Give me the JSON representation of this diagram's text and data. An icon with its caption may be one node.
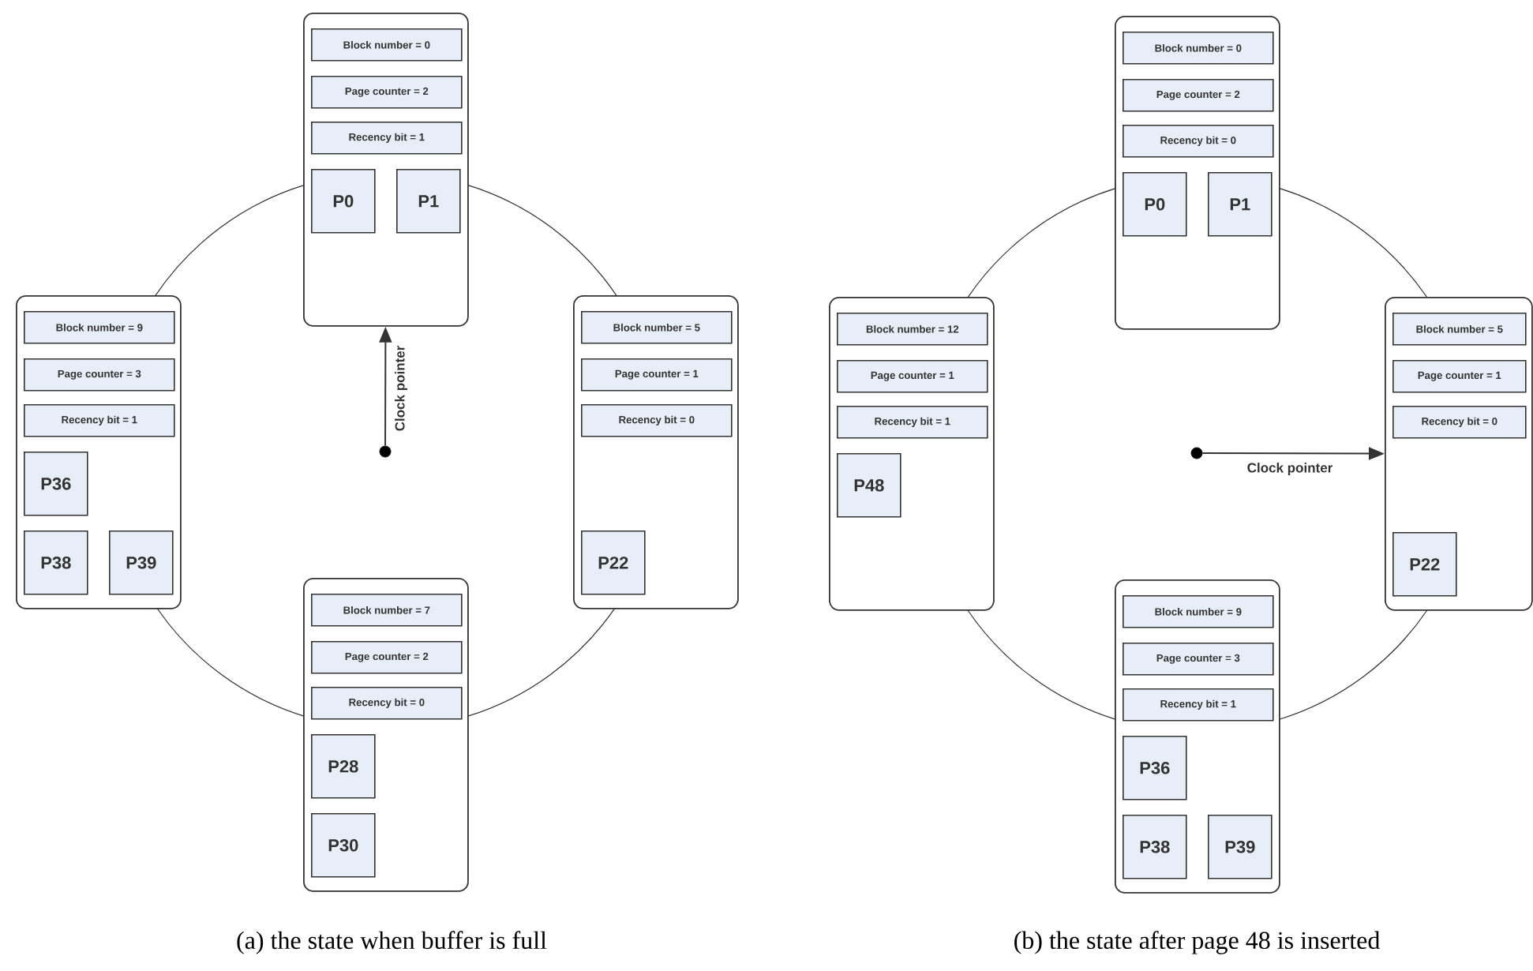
{
  "diagram": {
    "nodes": [
      {
        "text": [],
        "shape": "box"
      },
      {
        "text": [
          "Block number = 0"
        ],
        "in": 0
      },
      {
        "text": [
          "Page counter = 2"
        ],
        "in": 0
      },
      {
        "text": [
          "Recency bit = 1"
        ],
        "in": 0
      },
      {
        "text": [
          "P0"
        ],
        "in": 0
      },
      {
        "text": [
          "P1"
        ],
        "in": 0
      },
      {
        "text": [],
        "shape": "box"
      },
      {
        "text": [
          "Block number = 9"
        ],
        "in": 6
      },
      {
        "text": [
          "Page counter = 3"
        ],
        "in": 6
      },
      {
        "text": [
          "Recency bit = 1"
        ],
        "in": 6
      },
      {
        "text": [
          "P36"
        ],
        "in": 6
      },
      {
        "text": [
          "P38"
        ],
        "in": 6
      },
      {
        "text": [
          "P39"
        ],
        "in": 6
      },
      {
        "text": [],
        "shape": "box"
      },
      {
        "text": [
          "Block number = 5"
        ],
        "in": 13
      },
      {
        "text": [
          "Page counter = 1"
        ],
        "in": 13
      },
      {
        "text": [
          "Recency bit = 0"
        ],
        "in": 13
      },
      {
        "text": [
          "P22"
        ],
        "in": 13
      },
      {
        "text": [],
        "shape": "box"
      },
      {
        "text": [
          "Block number = 7"
        ],
        "in": 18
      },
      {
        "text": [
          "Page counter = 2"
        ],
        "in": 18
      },
      {
        "text": [
          "Recency bit = 0"
        ],
        "in": 18
      },
      {
        "text": [
          "P28"
        ],
        "in": 18
      },
      {
        "text": [
          "P30"
        ],
        "in": 18
      },
      {
        "text": [],
        "shape": "circle"
      },
      {
        "text": [],
        "shape": "box"
      },
      {
        "text": [
          "Block number = 0"
        ],
        "in": 25
      },
      {
        "text": [
          "Page counter = 2"
        ],
        "in": 25
      },
      {
        "text": [
          "Recency bit = 0"
        ],
        "in": 25
      },
      {
        "text": [
          "P0"
        ],
        "in": 25
      },
      {
        "text": [
          "P1"
        ],
        "in": 25
      },
      {
        "text": [],
        "shape": "box"
      },
      {
        "text": [
          "Block number = 12"
        ],
        "in": 31
      },
      {
        "text": [
          "Page counter = 1"
        ],
        "in": 31
      },
      {
        "text": [
          "Recency bit = 1"
        ],
        "in": 31
      },
      {
        "text": [
          "P48"
        ],
        "in": 31
      },
      {
        "text": [],
        "shape": "box"
      },
      {
        "text": [
          "Block number = 5"
        ],
        "in": 36
      },
      {
        "text": [
          "Page counter = 1"
        ],
        "in": 36
      },
      {
        "text": [
          "Recency bit = 0"
        ],
        "in": 36
      },
      {
        "text": [
          "P22"
        ],
        "in": 36
      },
      {
        "text": [],
        "shape": "box"
      },
      {
        "text": [
          "Block number = 9"
        ],
        "in": 41
      },
      {
        "text": [
          "Page counter = 3"
        ],
        "in": 41
      },
      {
        "text": [
          "Recency bit = 1"
        ],
        "in": 41
      },
      {
        "text": [
          "P36"
        ],
        "in": 41
      },
      {
        "text": [
          "P38"
        ],
        "in": 41
      },
      {
        "text": [
          "P39"
        ],
        "in": 41
      },
      {
        "text": [],
        "shape": "circle"
      }
    ],
    "edges": [
      {
        "from": 0,
        "to": 13,
        "arrow": "none"
      },
      {
        "from": 13,
        "to": 18,
        "arrow": "none"
      },
      {
        "from": 18,
        "to": 6,
        "arrow": "none"
      },
      {
        "from": 6,
        "to": 0,
        "arrow": "none"
      },
      {
        "from": 24,
        "to": 0,
        "arrow": "to",
        "label": "Clock pointer"
      },
      {
        "from": 25,
        "to": 36,
        "arrow": "none"
      },
      {
        "from": 36,
        "to": 41,
        "arrow": "none"
      },
      {
        "from": 41,
        "to": 31,
        "arrow": "none"
      },
      {
        "from": 31,
        "to": 25,
        "arrow": "none"
      },
      {
        "from": 48,
        "to": 36,
        "arrow": "to",
        "label": "Clock pointer"
      }
    ],
    "labels": [
      "(a) the state when buffer is full",
      "(b) the state after page 48 is inserted"
    ]
  }
}
